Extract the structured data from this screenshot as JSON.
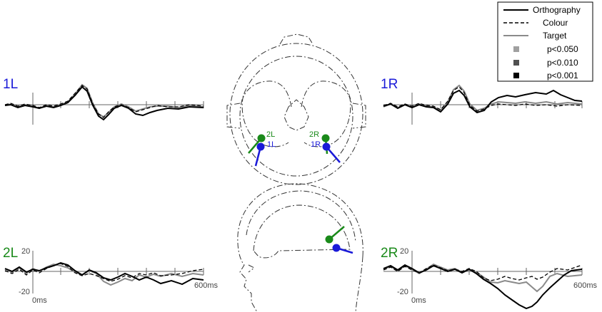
{
  "legend": {
    "lines": [
      {
        "label": "Orthography",
        "style": "solid-black"
      },
      {
        "label": "Colour",
        "style": "dashed-black"
      },
      {
        "label": "Target",
        "style": "solid-gray"
      }
    ],
    "significance": [
      {
        "label": "p<0.050",
        "color": "#a0a0a0"
      },
      {
        "label": "p<0.010",
        "color": "#505050"
      },
      {
        "label": "p<0.001",
        "color": "#000000"
      }
    ]
  },
  "panels": [
    {
      "id": "1L",
      "label": "1L",
      "label_color": "#1a1ad8",
      "ytick_top": "",
      "ytick_bottom": "",
      "x_start": "",
      "x_end": ""
    },
    {
      "id": "1R",
      "label": "1R",
      "label_color": "#1a1ad8",
      "ytick_top": "",
      "ytick_bottom": "",
      "x_start": "",
      "x_end": ""
    },
    {
      "id": "2L",
      "label": "2L",
      "label_color": "#1a8a1a",
      "ytick_top": "20",
      "ytick_bottom": "-20",
      "x_start": "0ms",
      "x_end": "600ms"
    },
    {
      "id": "2R",
      "label": "2R",
      "label_color": "#1a8a1a",
      "ytick_top": "20",
      "ytick_bottom": "-20",
      "x_start": "0ms",
      "x_end": "600ms"
    }
  ],
  "sources": {
    "top_view": [
      {
        "label": "2L",
        "color": "#1a8a1a"
      },
      {
        "label": "1L",
        "color": "#1a1ad8"
      },
      {
        "label": "2R",
        "color": "#1a8a1a"
      },
      {
        "label": "1R",
        "color": "#1a1ad8"
      }
    ]
  },
  "colors": {
    "blue": "#1a1ad8",
    "green": "#1a8a1a",
    "target_gray": "#8a8a8a"
  }
}
